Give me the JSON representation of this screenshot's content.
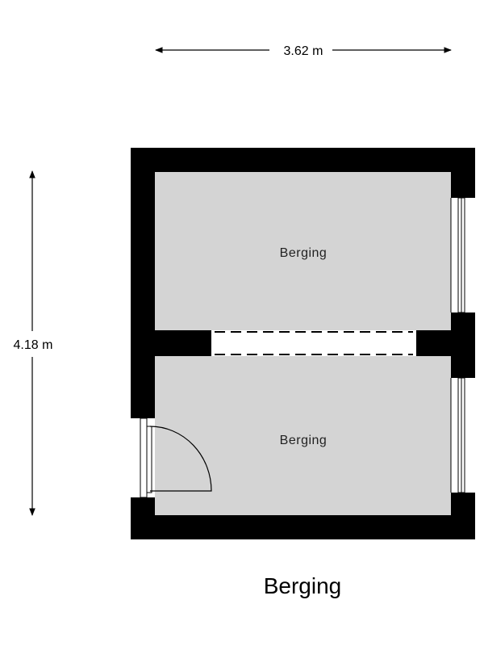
{
  "dimensions": {
    "width_label": "3.62 m",
    "height_label": "4.18 m"
  },
  "rooms": [
    {
      "label": "Berging"
    },
    {
      "label": "Berging"
    }
  ],
  "floor_title": "Berging",
  "colors": {
    "wall": "#000000",
    "floor": "#d4d4d4",
    "background": "#ffffff"
  }
}
